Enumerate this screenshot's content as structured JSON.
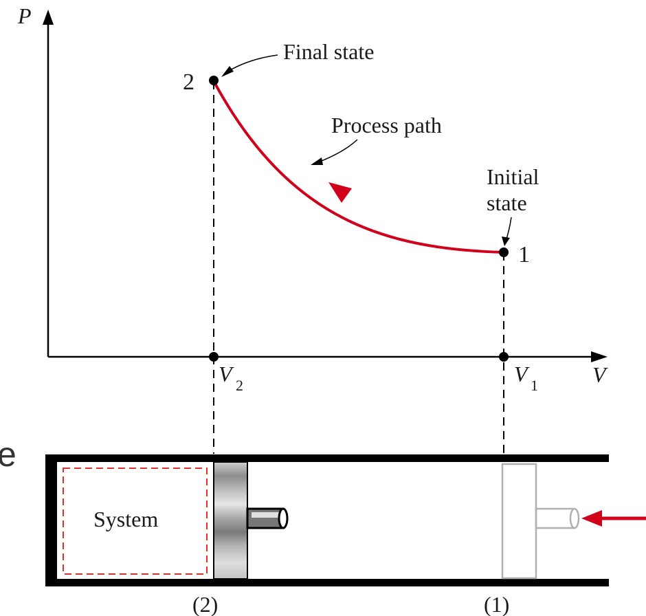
{
  "axes": {
    "y_label": "P",
    "x_label": "V"
  },
  "states": {
    "final": {
      "number": "2",
      "label": "Final state"
    },
    "initial": {
      "number": "1",
      "label_line1": "Initial",
      "label_line2": "state"
    }
  },
  "path": {
    "label": "Process path"
  },
  "volumes": {
    "v2": {
      "symbol": "V",
      "subscript": "2"
    },
    "v1": {
      "symbol": "V",
      "subscript": "1"
    }
  },
  "cylinder": {
    "system_label": "System",
    "position_2": "(2)",
    "position_1": "(1)"
  },
  "edge_fragment": "e",
  "colors": {
    "path": "#d0021b",
    "ink": "#000000",
    "system_boundary": "#e03030",
    "ghost_piston": "#b0b0b0"
  }
}
